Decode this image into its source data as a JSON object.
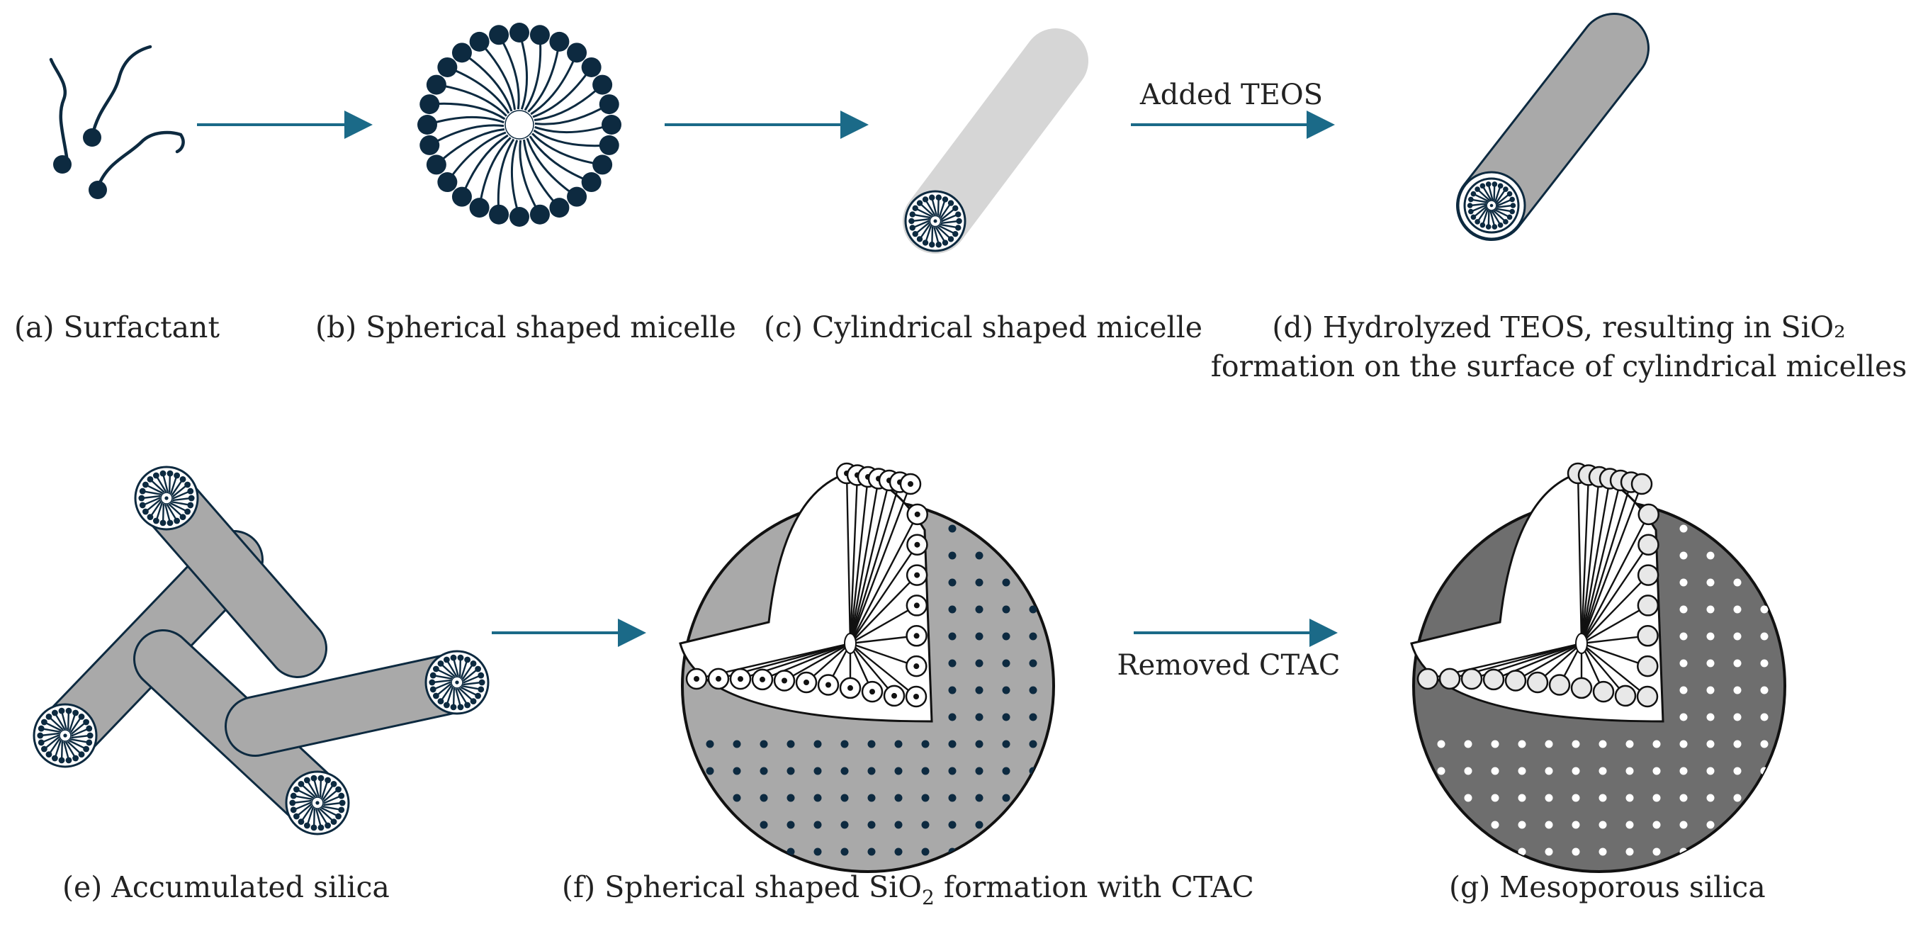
{
  "colors": {
    "navy": "#0d2a40",
    "arrow": "#1b6a88",
    "light_gray": "#d6d6d6",
    "mid_gray": "#a9a9a9",
    "dark_gray": "#6e6e6e"
  },
  "arrows": {
    "added_teos": "Added TEOS",
    "removed_ctac": "Removed CTAC"
  },
  "captions": {
    "a": "(a) Surfactant",
    "b": "(b) Spherical shaped micelle",
    "c": "(c) Cylindrical shaped micelle",
    "d_line1": "(d) Hydrolyzed TEOS, resulting in SiO₂",
    "d_line2": "formation on the surface of cylindrical micelles",
    "e": "(e) Accumulated silica",
    "f_pre": "(f) Spherical shaped SiO",
    "f_sub": "2",
    "f_post": " formation with CTAC",
    "g": "(g) Mesoporous silica"
  }
}
